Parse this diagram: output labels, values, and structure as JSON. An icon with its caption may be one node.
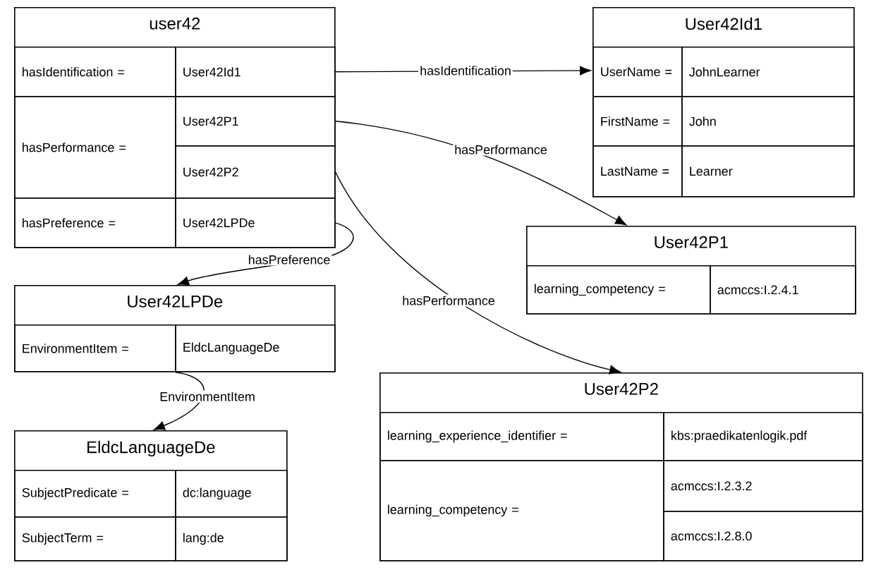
{
  "diagram": {
    "nodes": [
      {
        "text": [
          "user42"
        ]
      },
      {
        "text": [
          "hasIdentification ="
        ],
        "in": 0
      },
      {
        "text": [
          "User42Id1"
        ],
        "in": 0
      },
      {
        "text": [
          "hasPerformance ="
        ],
        "in": 0
      },
      {
        "text": [
          "User42P1"
        ],
        "in": 0
      },
      {
        "text": [
          "User42P2"
        ],
        "in": 0
      },
      {
        "text": [
          "hasPreference ="
        ],
        "in": 0
      },
      {
        "text": [
          "User42LPDe"
        ],
        "in": 0
      },
      {
        "text": [
          "User42Id1"
        ]
      },
      {
        "text": [
          "UserName ="
        ],
        "in": 8
      },
      {
        "text": [
          "JohnLearner"
        ],
        "in": 8
      },
      {
        "text": [
          "FirstName ="
        ],
        "in": 8
      },
      {
        "text": [
          "John"
        ],
        "in": 8
      },
      {
        "text": [
          "LastName ="
        ],
        "in": 8
      },
      {
        "text": [
          "Learner"
        ],
        "in": 8
      },
      {
        "text": [
          "User42P1"
        ]
      },
      {
        "text": [
          "learning_competency ="
        ],
        "in": 15
      },
      {
        "text": [
          "acmccs:I.2.4.1"
        ],
        "in": 15
      },
      {
        "text": [
          "User42LPDe"
        ]
      },
      {
        "text": [
          "EnvironmentItem ="
        ],
        "in": 18
      },
      {
        "text": [
          "EldcLanguageDe"
        ],
        "in": 18
      },
      {
        "text": [
          "User42P2"
        ]
      },
      {
        "text": [
          "learning_experience_identifier ="
        ],
        "in": 21
      },
      {
        "text": [
          "kbs:praedikatenlogik.pdf"
        ],
        "in": 21
      },
      {
        "text": [
          "learning_competency ="
        ],
        "in": 21
      },
      {
        "text": [
          "acmccs:I.2.3.2"
        ],
        "in": 21
      },
      {
        "text": [
          "acmccs:I.2.8.0"
        ],
        "in": 21
      },
      {
        "text": [
          "EldcLanguageDe"
        ]
      },
      {
        "text": [
          "SubjectPredicate ="
        ],
        "in": 27
      },
      {
        "text": [
          "dc:language"
        ],
        "in": 27
      },
      {
        "text": [
          "SubjectTerm ="
        ],
        "in": 27
      },
      {
        "text": [
          "lang:de"
        ],
        "in": 27
      }
    ],
    "edges": [
      {
        "from": 2,
        "to": 8,
        "arrow": "to",
        "label": "hasIdentification"
      },
      {
        "from": 4,
        "to": 15,
        "arrow": "to",
        "label": "hasPerformance"
      },
      {
        "from": 5,
        "to": 21,
        "arrow": "to",
        "label": "hasPerformance"
      },
      {
        "from": 7,
        "to": 18,
        "arrow": "to",
        "label": "hasPreference"
      },
      {
        "from": 20,
        "to": 27,
        "arrow": "to",
        "label": "EnvironmentItem"
      }
    ]
  }
}
